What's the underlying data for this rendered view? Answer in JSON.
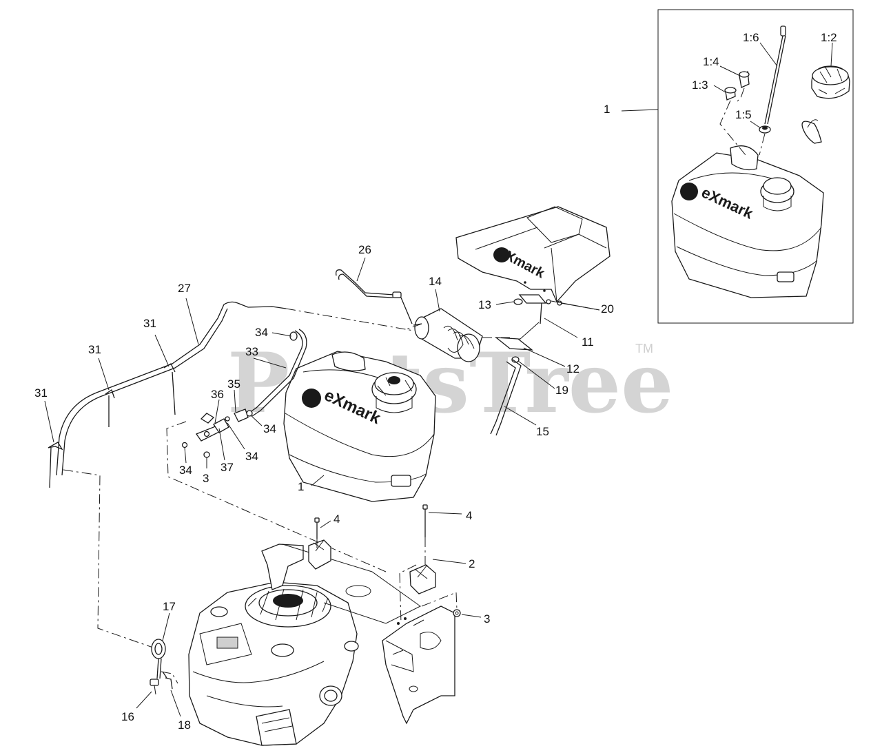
{
  "watermark": {
    "text": "PartsTree",
    "trademark": "TM"
  },
  "brand_logo": "eXmark",
  "callouts": {
    "c1_inset": "1",
    "c1_2": "1:2",
    "c1_3": "1:3",
    "c1_4": "1:4",
    "c1_5": "1:5",
    "c1_6": "1:6",
    "c26": "26",
    "c14": "14",
    "c13": "13",
    "c20": "20",
    "c11": "11",
    "c12": "12",
    "c19": "19",
    "c15": "15",
    "c27": "27",
    "c31_a": "31",
    "c31_b": "31",
    "c31_c": "31",
    "c34_a": "34",
    "c33": "33",
    "c35": "35",
    "c36": "36",
    "c34_b": "34",
    "c34_c": "34",
    "c34_d": "34",
    "c3_a": "3",
    "c37": "37",
    "c1_main": "1",
    "c4_a": "4",
    "c4_b": "4",
    "c2": "2",
    "c3_b": "3",
    "c17": "17",
    "c16": "16",
    "c18": "18"
  }
}
